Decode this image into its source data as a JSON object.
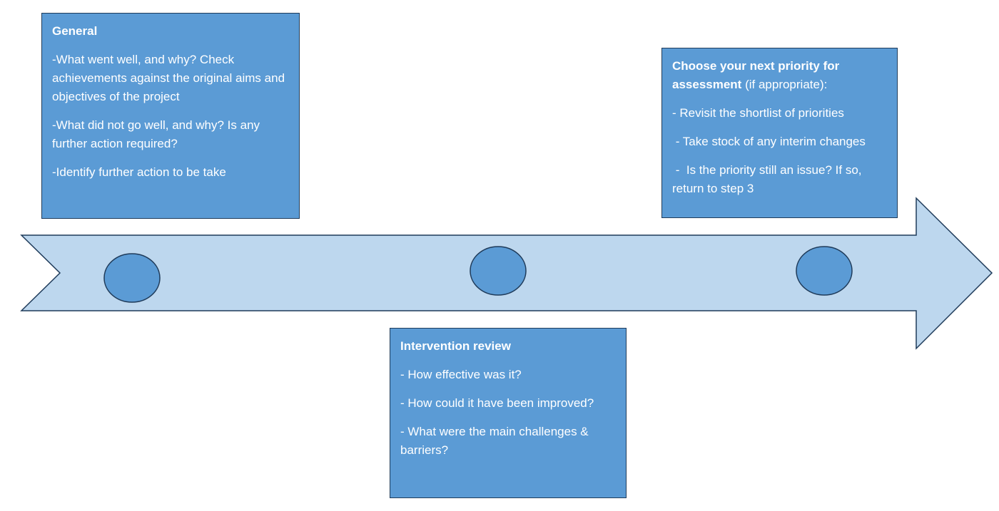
{
  "colors": {
    "box_fill": "#5b9bd5",
    "arrow_fill": "#bdd7ee",
    "outline": "#1f3b5a",
    "text": "#ffffff"
  },
  "general": {
    "title": "General",
    "items": [
      "-What went well, and why? Check achievements against the original aims and objectives of the project",
      "-What did not go well, and why? Is any further action required?",
      "-Identify further action to be take"
    ]
  },
  "review": {
    "title": "Intervention review",
    "items": [
      "- How effective was it?",
      "- How could it have been improved?",
      "- What were the main challenges & barriers?"
    ]
  },
  "priority": {
    "title_bold": "Choose your next priority for assessment",
    "title_rest": " (if appropriate):",
    "items": [
      "- Revisit the shortlist of priorities",
      " - Take stock of any interim changes",
      " -  Is the priority still an issue? If so, return to step 3"
    ]
  }
}
